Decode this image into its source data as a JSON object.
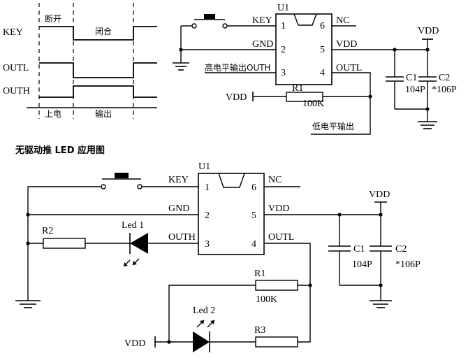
{
  "timing": {
    "signals": [
      "KEY",
      "OUTL",
      "OUTH"
    ],
    "phases": [
      "断开",
      "闭合"
    ],
    "bottom": [
      "上电",
      "输出"
    ]
  },
  "circuit1": {
    "ic": "U1",
    "pins": [
      {
        "num": "1",
        "name": "KEY"
      },
      {
        "num": "2",
        "name": "GND"
      },
      {
        "num": "3",
        "name": "高电平输出OUTH"
      },
      {
        "num": "4",
        "name": "OUTL"
      },
      {
        "num": "5",
        "name": "VDD"
      },
      {
        "num": "6",
        "name": "NC"
      }
    ],
    "r1": {
      "name": "R1",
      "value": "100K"
    },
    "c1": {
      "name": "C1",
      "value": "104P"
    },
    "c2": {
      "name": "C2",
      "value": "*106P"
    },
    "vdd_left": "VDD",
    "vdd_right": "VDD",
    "low_output": "低电平输出"
  },
  "title": "无驱动推 LED 应用图",
  "circuit2": {
    "ic": "U1",
    "pins": [
      {
        "num": "1",
        "name": "KEY"
      },
      {
        "num": "2",
        "name": "GND"
      },
      {
        "num": "3",
        "name": "OUTH"
      },
      {
        "num": "4",
        "name": "OUTL"
      },
      {
        "num": "5",
        "name": "VDD"
      },
      {
        "num": "6",
        "name": "NC"
      }
    ],
    "r1": {
      "name": "R1",
      "value": "100K"
    },
    "r2": {
      "name": "R2"
    },
    "r3": {
      "name": "R3"
    },
    "led1": "Led 1",
    "led2": "Led 2",
    "c1": {
      "name": "C1",
      "value": "104P"
    },
    "c2": {
      "name": "C2",
      "value": "*106P"
    },
    "vdd_right": "VDD",
    "vdd_bottom": "VDD"
  }
}
